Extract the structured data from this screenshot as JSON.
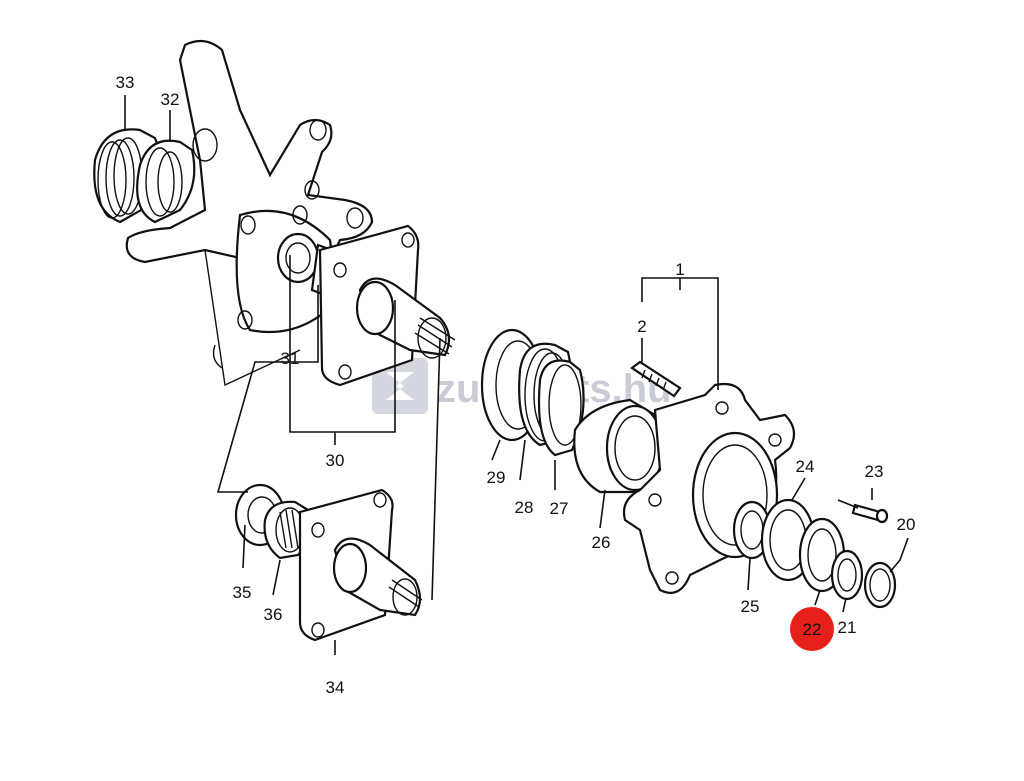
{
  "watermark": {
    "text": "zukiparts.hu"
  },
  "callouts": [
    {
      "id": "1",
      "label": "1"
    },
    {
      "id": "2",
      "label": "2"
    },
    {
      "id": "20",
      "label": "20"
    },
    {
      "id": "21",
      "label": "21"
    },
    {
      "id": "22",
      "label": "22",
      "highlighted": true
    },
    {
      "id": "23",
      "label": "23"
    },
    {
      "id": "24",
      "label": "24"
    },
    {
      "id": "25",
      "label": "25"
    },
    {
      "id": "26",
      "label": "26"
    },
    {
      "id": "27",
      "label": "27"
    },
    {
      "id": "28",
      "label": "28"
    },
    {
      "id": "29",
      "label": "29"
    },
    {
      "id": "30",
      "label": "30"
    },
    {
      "id": "31",
      "label": "31"
    },
    {
      "id": "32",
      "label": "32"
    },
    {
      "id": "33",
      "label": "33"
    },
    {
      "id": "34",
      "label": "34"
    },
    {
      "id": "35",
      "label": "35"
    },
    {
      "id": "36",
      "label": "36"
    }
  ],
  "colors": {
    "highlight": "#e8201c",
    "line": "#111111",
    "watermark": "#c9ccd6"
  }
}
